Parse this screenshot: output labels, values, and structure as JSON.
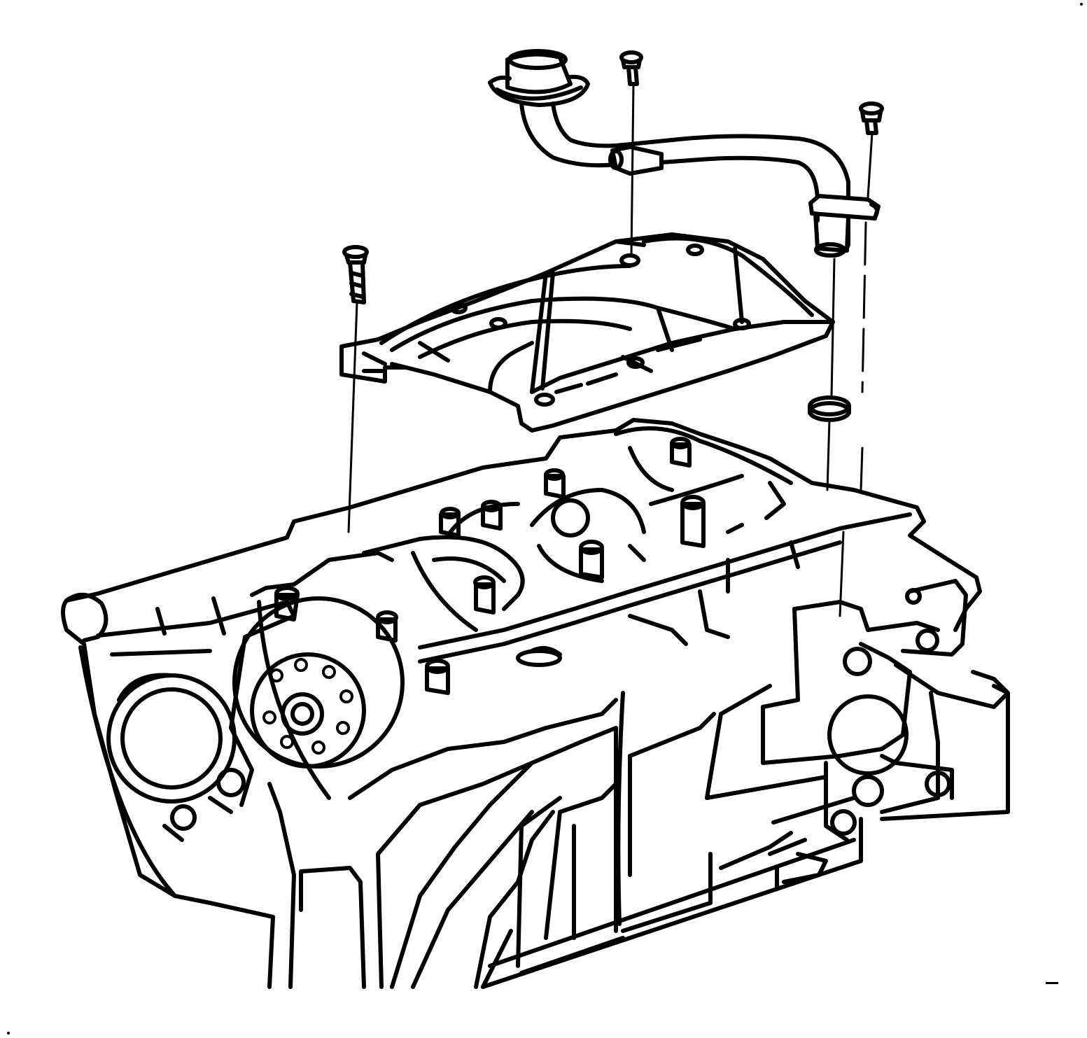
{
  "diagram": {
    "style": "black-and-white exploded line drawing",
    "colors": {
      "ink": "#000000",
      "paper": "#ffffff"
    },
    "parts": [
      {
        "name": "oil-pump-pickup-screen"
      },
      {
        "name": "oil-pump-pickup-tube"
      },
      {
        "name": "pickup-tube-support-bolt"
      },
      {
        "name": "pickup-tube-flange-bolt"
      },
      {
        "name": "pickup-tube-o-ring"
      },
      {
        "name": "crankshaft-oil-deflector"
      },
      {
        "name": "oil-deflector-bolt"
      },
      {
        "name": "crankshaft"
      },
      {
        "name": "crankshaft-pulley-hub"
      },
      {
        "name": "main-bearing-cap-bolts"
      },
      {
        "name": "engine-block"
      }
    ]
  }
}
